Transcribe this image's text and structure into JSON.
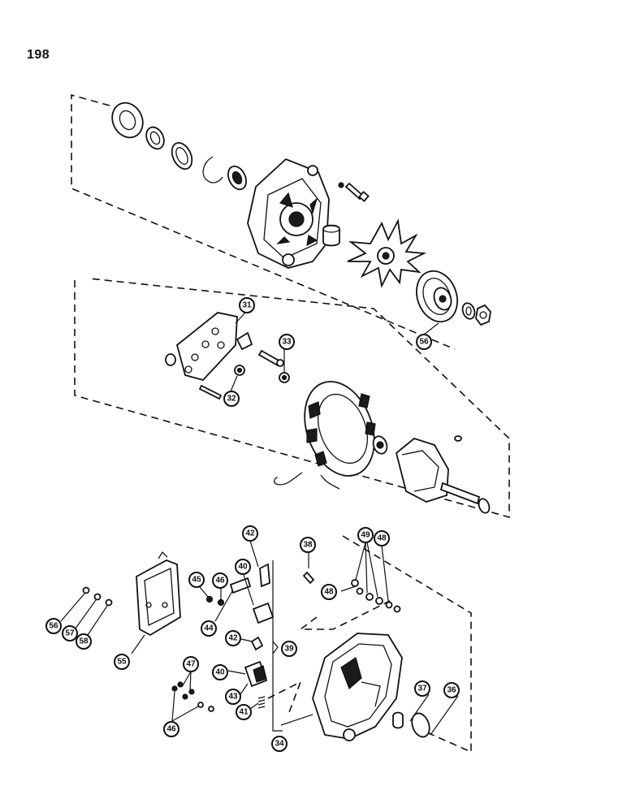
{
  "page": {
    "number": "198"
  },
  "callouts": {
    "c31": "31",
    "c32": "32",
    "c33": "33",
    "c34": "34",
    "c36": "36",
    "c37": "37",
    "c38": "38",
    "c39": "39",
    "c40a": "40",
    "c40b": "40",
    "c41": "41",
    "c42a": "42",
    "c42b": "42",
    "c43": "43",
    "c44": "44",
    "c45": "45",
    "c46a": "46",
    "c46b": "46",
    "c47": "47",
    "c48a": "48",
    "c48b": "48",
    "c49": "49",
    "c55": "55",
    "c56a": "56",
    "c56b": "56",
    "c57": "57",
    "c58": "58"
  }
}
